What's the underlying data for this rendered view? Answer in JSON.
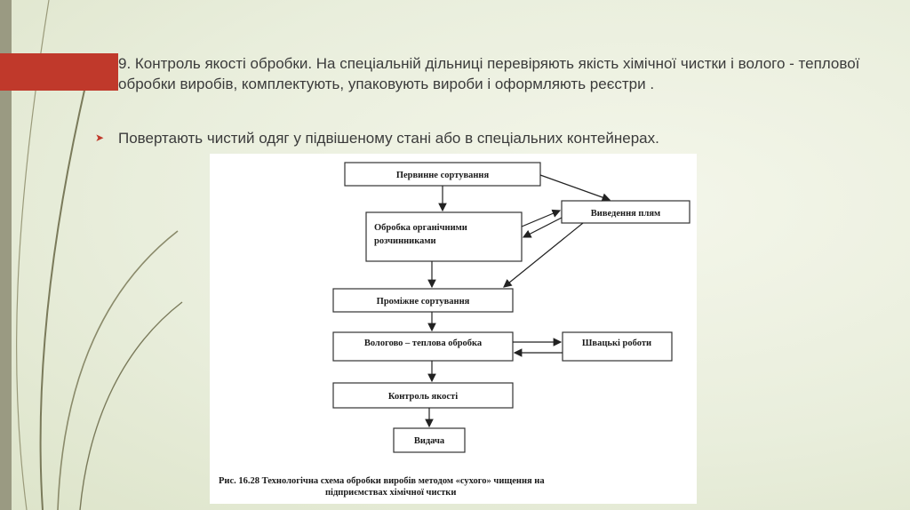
{
  "slide": {
    "paragraph": "9. Контроль якості обробки. На спеціальній дільниці перевіряють якість хімічної чистки і волого - теплової обробки виробів, комплектують, упаковують вироби і оформляють реєстри .",
    "bullet": "Повертають чистий одяг у підвішеному стані або в спеціальних контейнерах.",
    "accent_color": "#c0392b"
  },
  "diagram": {
    "nodes": {
      "primary_sort": "Первинне сортування",
      "organic_line1": "Обробка органічними",
      "organic_line2": "розчинниками",
      "stain_removal": "Виведення плям",
      "intermediate_sort": "Проміжне сортування",
      "wet_heat": "Вологово – теплова обробка",
      "sewing": "Швацькі роботи",
      "quality_control": "Контроль якості",
      "issue": "Видача"
    },
    "caption_line1": "Рис. 16.28 Технологічна схема обробки виробів методом «сухого» чищення на",
    "caption_line2": "підприємствах хімічної чистки"
  }
}
